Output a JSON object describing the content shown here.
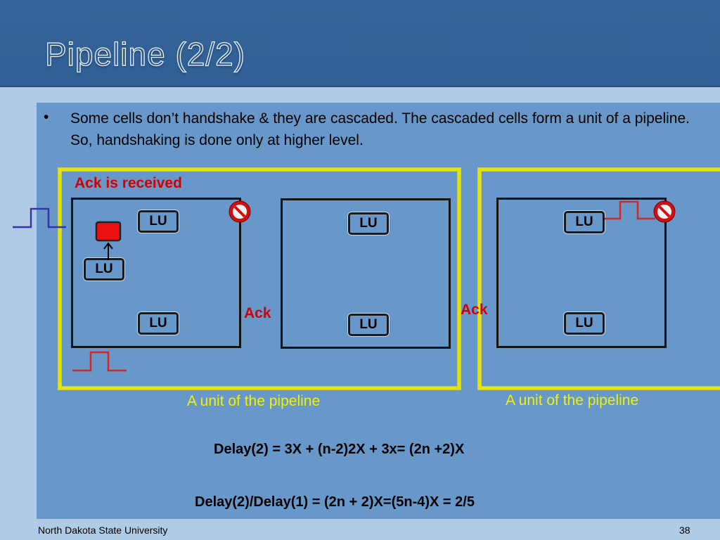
{
  "slide": {
    "title": "Pipeline (2/2)",
    "bullet_marker": "•",
    "bullet_text": "Some cells don’t handshake & they are cascaded. The cascaded cells form a unit of a pipeline. So, handshaking is done only at higher level."
  },
  "diagram": {
    "ack_received_label": "Ack is received",
    "lu_label": "LU",
    "ack_label_1": "Ack",
    "ack_label_2": "Ack",
    "caption_1": "A unit of the pipeline",
    "caption_2": "A unit of the pipeline",
    "colors": {
      "frame": "#e5e500",
      "ack_text": "#d20000",
      "signal_blue": "#3535a8",
      "signal_red": "#dd2222",
      "register_fill": "#ee1111"
    }
  },
  "formulas": {
    "line1": "Delay(2) = 3X + (n-2)2X + 3x= (2n +2)X",
    "line2": "Delay(2)/Delay(1) = (2n + 2)X=(5n-4)X = 2/5"
  },
  "footer": {
    "left": "North Dakota State University",
    "page_number": "38"
  }
}
